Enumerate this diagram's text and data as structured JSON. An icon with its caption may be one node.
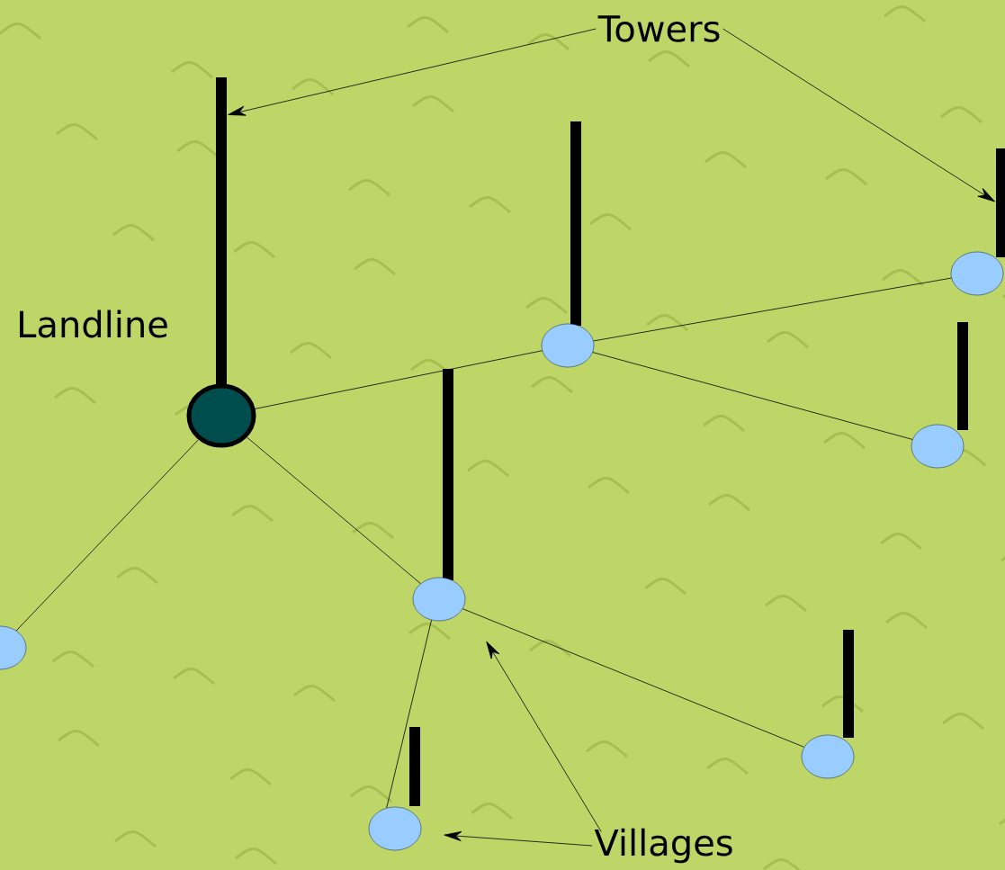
{
  "diagram": {
    "nodes": [
      {
        "text": [
          "Towers"
        ]
      },
      {
        "text": [],
        "shape": "bar"
      },
      {
        "text": [],
        "shape": "bar"
      },
      {
        "text": [],
        "shape": "bar"
      },
      {
        "text": [],
        "shape": "circle"
      },
      {
        "text": [],
        "shape": "circle"
      },
      {
        "text": [],
        "shape": "bar"
      },
      {
        "text": [],
        "shape": "bar"
      },
      {
        "text": [],
        "shape": "circle"
      },
      {
        "text": [],
        "shape": "circle"
      },
      {
        "text": [],
        "shape": "circle"
      },
      {
        "text": [],
        "shape": "bar"
      },
      {
        "text": [],
        "shape": "circle"
      },
      {
        "text": [],
        "shape": "bar"
      },
      {
        "text": [],
        "shape": "circle"
      },
      {
        "text": [],
        "shape": "circle"
      },
      {
        "text": [
          "Villages"
        ]
      }
    ],
    "edges": [
      {
        "from": 0,
        "to": 1,
        "arrow": "to"
      },
      {
        "from": 0,
        "to": 3,
        "arrow": "to"
      },
      {
        "from": 16,
        "to": 15,
        "arrow": "to"
      },
      {
        "from": 16,
        "to": 10,
        "arrow": "to"
      },
      {
        "from": 8,
        "to": 5,
        "arrow": "none"
      },
      {
        "from": 8,
        "to": 12,
        "arrow": "none"
      },
      {
        "from": 8,
        "to": 10,
        "arrow": "none"
      },
      {
        "from": 5,
        "to": 4,
        "arrow": "none"
      },
      {
        "from": 5,
        "to": 9,
        "arrow": "none"
      },
      {
        "from": 10,
        "to": 14,
        "arrow": "none"
      },
      {
        "from": 10,
        "to": 15,
        "arrow": "none"
      }
    ],
    "labels": [
      "Landline"
    ]
  }
}
